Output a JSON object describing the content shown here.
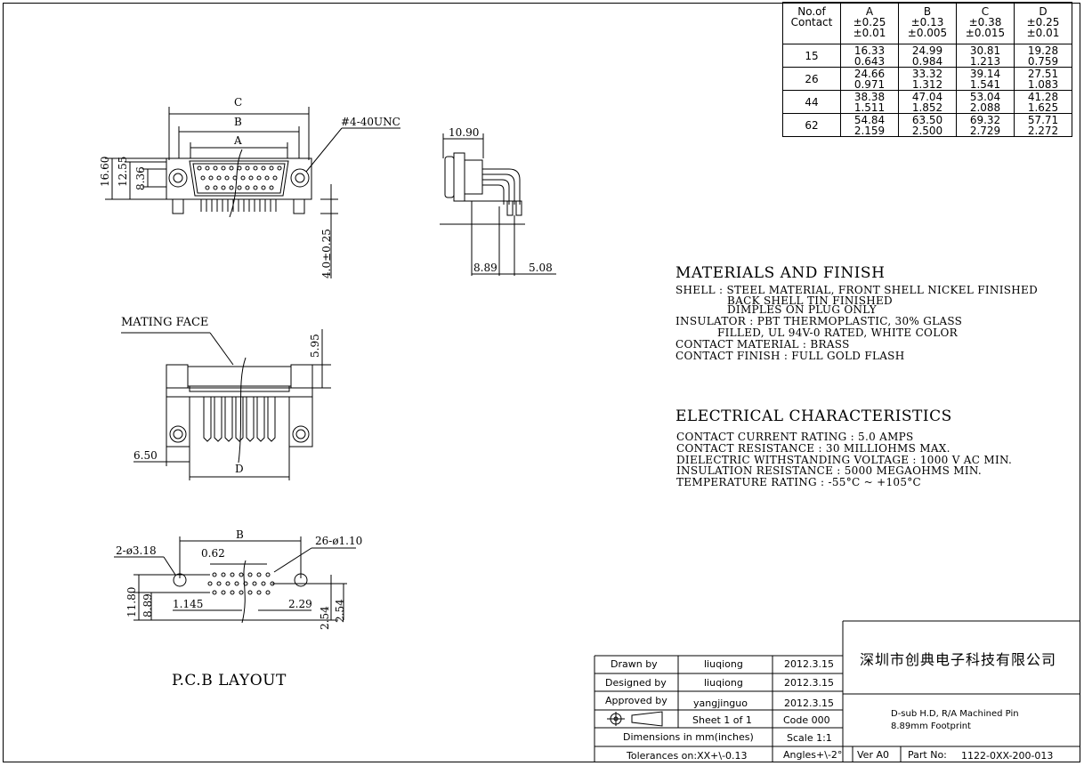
{
  "table": {
    "header_contact": [
      "No.of",
      "Contact"
    ],
    "columns": [
      {
        "name": "A",
        "tol_mm": "±0.25",
        "tol_in": "±0.01"
      },
      {
        "name": "B",
        "tol_mm": "±0.13",
        "tol_in": "±0.005"
      },
      {
        "name": "C",
        "tol_mm": "±0.38",
        "tol_in": "±0.015"
      },
      {
        "name": "D",
        "tol_mm": "±0.25",
        "tol_in": "±0.01"
      }
    ],
    "rows": [
      {
        "contact": "15",
        "vals": [
          [
            "16.33",
            "0.643"
          ],
          [
            "24.99",
            "0.984"
          ],
          [
            "30.81",
            "1.213"
          ],
          [
            "19.28",
            "0.759"
          ]
        ]
      },
      {
        "contact": "26",
        "vals": [
          [
            "24.66",
            "0.971"
          ],
          [
            "33.32",
            "1.312"
          ],
          [
            "39.14",
            "1.541"
          ],
          [
            "27.51",
            "1.083"
          ]
        ]
      },
      {
        "contact": "44",
        "vals": [
          [
            "38.38",
            "1.511"
          ],
          [
            "47.04",
            "1.852"
          ],
          [
            "53.04",
            "2.088"
          ],
          [
            "41.28",
            "1.625"
          ]
        ]
      },
      {
        "contact": "62",
        "vals": [
          [
            "54.84",
            "2.159"
          ],
          [
            "63.50",
            "2.500"
          ],
          [
            "69.32",
            "2.729"
          ],
          [
            "57.71",
            "2.272"
          ]
        ]
      }
    ]
  },
  "materials": {
    "heading": "MATERIALS AND FINISH",
    "lines": [
      "SHELL : STEEL MATERIAL, FRONT SHELL NICKEL FINISHED",
      "BACK SHELL TIN FINISHED",
      "DIMPLES ON PLUG ONLY",
      "INSULATOR : PBT THERMOPLASTIC, 30% GLASS",
      "FILLED, UL 94V-0 RATED, WHITE COLOR",
      "CONTACT MATERIAL : BRASS",
      "CONTACT FINISH : FULL GOLD FLASH"
    ]
  },
  "electrical": {
    "heading": "ELECTRICAL CHARACTERISTICS",
    "lines": [
      "CONTACT CURRENT RATING : 5.0 AMPS",
      "CONTACT RESISTANCE : 30 MILLIOHMS MAX.",
      "DIELECTRIC WITHSTANDING VOLTAGE : 1000 V AC MIN.",
      "INSULATION RESISTANCE : 5000 MEGAOHMS MIN.",
      "TEMPERATURE RATING : -55°C ~ +105°C"
    ]
  },
  "front_view": {
    "dim_c": "C",
    "dim_b": "B",
    "dim_a": "A",
    "thread": "#4-40UNC",
    "h1": "16.60",
    "h2": "12.55",
    "h3": "8.36",
    "h4": "4.0±0.25"
  },
  "side_view": {
    "w1": "10.90",
    "w2": "8.89",
    "w3": "5.08"
  },
  "mating_face": {
    "label": "MATING FACE",
    "h": "5.95",
    "w": "6.50",
    "d": "D"
  },
  "pcb": {
    "title": "P.C.B LAYOUT",
    "b": "B",
    "hole_big": "2-ø3.18",
    "hole_small": "26-ø1.10",
    "pitch": "0.62",
    "left": "1.145",
    "right": "2.29",
    "v1": "11.80",
    "v2": "8.89",
    "v3": "2.54",
    "v4": "2.54"
  },
  "title_block": {
    "company": "深圳市创典电子科技有限公司",
    "drawn_label": "Drawn by",
    "drawn_name": "liuqiong",
    "drawn_date": "2012.3.15",
    "designed_label": "Designed by",
    "designed_name": "liuqiong",
    "designed_date": "2012.3.15",
    "approved_label": "Approved by",
    "approved_name": "yangjinguo",
    "approved_date": "2012.3.15",
    "sheet": "Sheet 1 of 1",
    "code": "Code 000",
    "dimensions": "Dimensions in mm(inches)",
    "scale": "Scale 1:1",
    "tolerances": "Tolerances on:XX+\\-0.13",
    "angles": "Angles+\\-2°",
    "ver": "Ver A0",
    "part_label": "Part No:",
    "part_no": "1122-0XX-200-013",
    "description1": "D-sub H.D, R/A Machined Pin",
    "description2": "8.89mm Footprint"
  }
}
